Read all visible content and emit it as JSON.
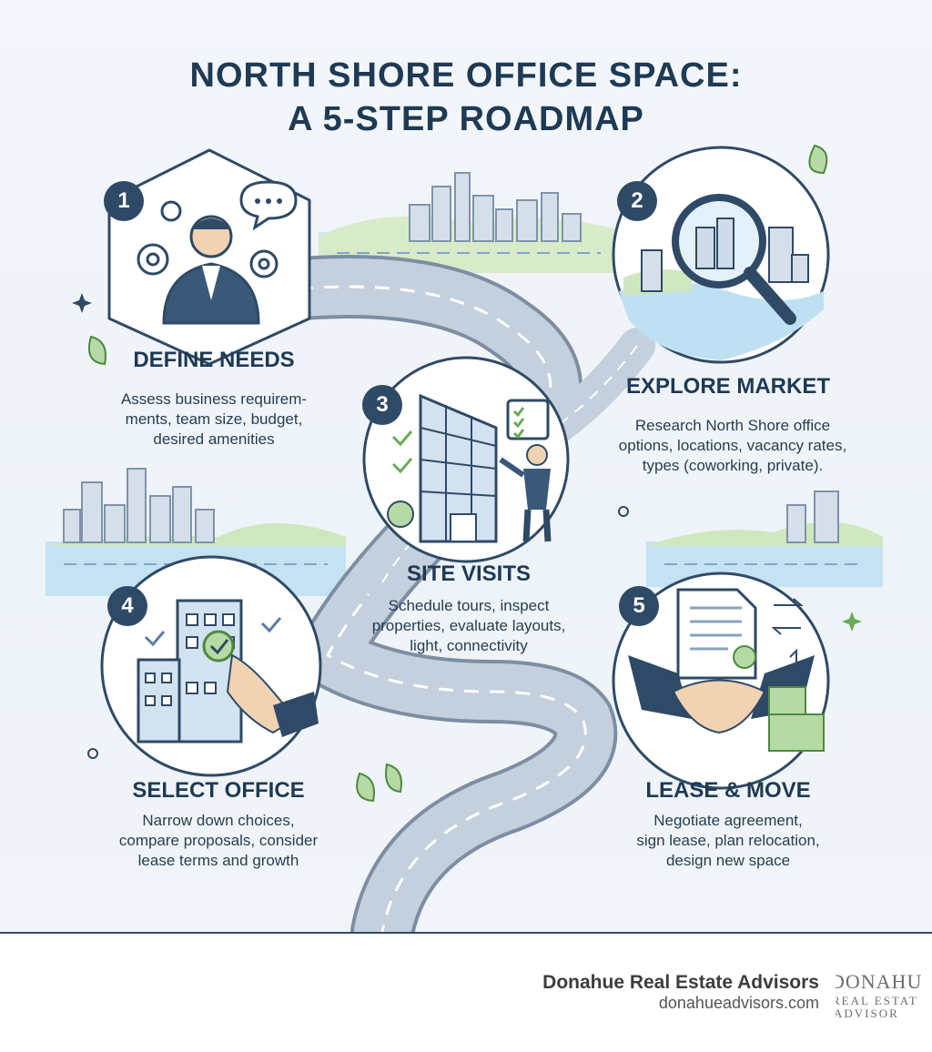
{
  "title": {
    "line1": "NORTH SHORE OFFICE SPACE:",
    "line2": "A 5-STEP ROADMAP"
  },
  "steps": [
    {
      "number": "1",
      "title": "DEFINE NEEDS",
      "lines": [
        "Assess business requirem-",
        "ments, team size, budget,",
        "desired amenities"
      ],
      "icon": "businessperson-gears-icon"
    },
    {
      "number": "2",
      "title": "EXPLORE MARKET",
      "lines": [
        "Research North Shore office",
        "options, locations, vacancy rates,",
        "types (coworking, private)."
      ],
      "icon": "magnifying-glass-city-icon"
    },
    {
      "number": "3",
      "title": "SITE VISITS",
      "lines": [
        "Schedule tours, inspect",
        "properties, evaluate layouts,",
        "light, connectivity"
      ],
      "icon": "building-inspection-icon"
    },
    {
      "number": "4",
      "title": "SELECT OFFICE",
      "lines": [
        "Narrow down choices,",
        "compare proposals, consider",
        "lease terms and growth"
      ],
      "icon": "building-select-icon"
    },
    {
      "number": "5",
      "title": "LEASE & MOVE",
      "lines": [
        "Negotiate agreement,",
        "sign lease, plan relocation,",
        "design new space"
      ],
      "icon": "handshake-document-icon"
    }
  ],
  "footer": {
    "brand": "Donahue Real Estate Advisors",
    "website": "donahueadvisors.com",
    "logo_lines": [
      "DONAHU",
      "REAL ESTAT",
      "ADVISOR"
    ]
  },
  "colors": {
    "navy": "#2f4a66",
    "road": "#b9c5d3",
    "water": "#bfe0f3",
    "green": "#b7d9a5",
    "building": "#cfdbe8"
  }
}
